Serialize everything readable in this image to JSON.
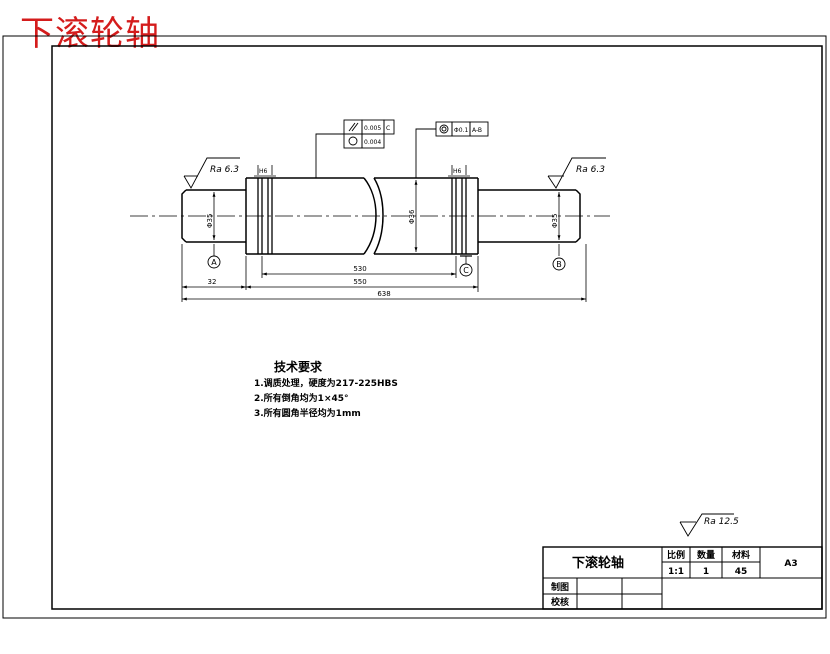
{
  "page": {
    "title": "下滚轮轴"
  },
  "tolerances": {
    "parallel_value": "0.005",
    "parallel_datum": "C",
    "circularity_value": "0.004",
    "runout_value": "Φ0.1",
    "runout_datum": "A-B"
  },
  "roughness": {
    "left": "Ra 6.3",
    "right": "Ra 6.3",
    "general": "Ra 12.5"
  },
  "dimensions": {
    "d1": "Φ35",
    "d2": "Φ36",
    "d3": "Φ35",
    "fit_left": "H6",
    "fit_right": "H6",
    "len_32": "32",
    "len_530": "530",
    "len_550": "550",
    "len_638": "638"
  },
  "datums": {
    "a": "A",
    "b": "B",
    "c": "C"
  },
  "notes": {
    "heading": "技术要求",
    "items": [
      "1.调质处理，硬度为217-225HBS",
      "2.所有倒角均为1×45°",
      "3.所有圆角半径均为1mm"
    ]
  },
  "title_block": {
    "name": "下滚轮轴",
    "h_scale": "比例",
    "h_qty": "数量",
    "h_material": "材料",
    "scale": "1:1",
    "qty": "1",
    "material": "45",
    "sheet": "A3",
    "drawn": "制图",
    "checked": "校核"
  }
}
